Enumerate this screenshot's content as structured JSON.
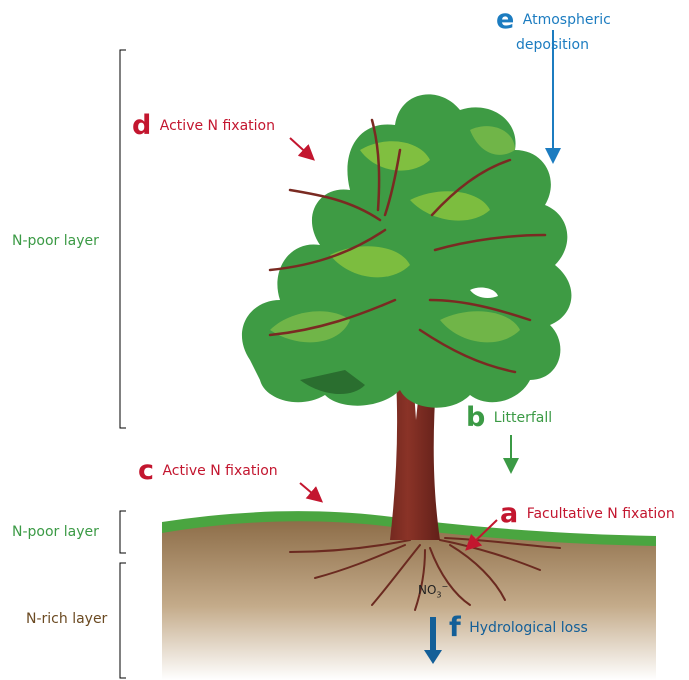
{
  "side_labels": {
    "canopy": "N-poor layer",
    "topsoil": "N-poor layer",
    "subsoil": "N-rich layer"
  },
  "processes": {
    "a": {
      "letter": "a",
      "label": "Facultative N fixation",
      "color": "#c3162f"
    },
    "b": {
      "letter": "b",
      "label": "Litterfall",
      "color": "#3b9a45"
    },
    "c": {
      "letter": "c",
      "label": "Active N fixation",
      "color": "#c3162f"
    },
    "d": {
      "letter": "d",
      "label": "Active N fixation",
      "color": "#c3162f"
    },
    "e": {
      "letter": "e",
      "label_line1": "Atmospheric",
      "label_line2": "deposition",
      "color": "#1c7cc0"
    },
    "f": {
      "letter": "f",
      "label": "Hydrological loss",
      "color": "#135f98"
    }
  },
  "nitrate": {
    "base": "NO",
    "sub": "3",
    "sup": "−"
  },
  "colors": {
    "leaf_dark": "#2f8a3a",
    "leaf_mid": "#4aa54b",
    "leaf_light": "#8cc63f",
    "trunk": "#7a2a22",
    "soil_top": "#8a6a45",
    "soil_bottom": "#ffffff",
    "grass": "#4aa540"
  }
}
